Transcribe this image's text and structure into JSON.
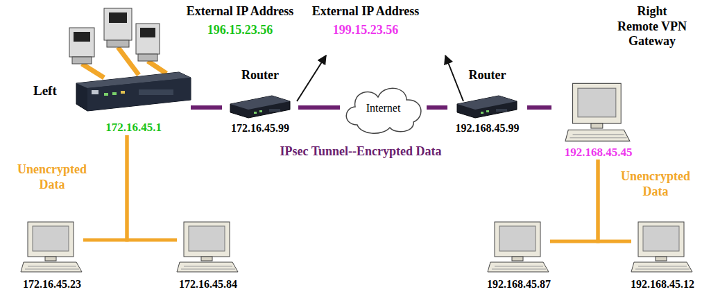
{
  "diagram": {
    "nodes": [
      {
        "text": [
          "Left",
          "172.16.45.1"
        ]
      },
      {
        "text": [
          "Router",
          "172.16.45.99"
        ]
      },
      {
        "text": [
          "Internet"
        ]
      },
      {
        "text": [
          "Router",
          "192.168.45.99"
        ]
      },
      {
        "text": [
          "Right Remote VPN Gateway",
          "192.168.45.45"
        ]
      },
      {
        "text": [
          "172.16.45.23"
        ]
      },
      {
        "text": [
          "172.16.45.84"
        ]
      },
      {
        "text": [
          "192.168.45.87"
        ]
      },
      {
        "text": [
          "192.168.45.12"
        ]
      }
    ],
    "edges": [
      {
        "from": 0,
        "to": 1,
        "arrow": "none"
      },
      {
        "from": 1,
        "to": 2,
        "arrow": "none"
      },
      {
        "from": 2,
        "to": 3,
        "arrow": "none"
      },
      {
        "from": 3,
        "to": 4,
        "arrow": "none"
      },
      {
        "from": 0,
        "to": 5,
        "arrow": "none"
      },
      {
        "from": 0,
        "to": 6,
        "arrow": "none"
      },
      {
        "from": 4,
        "to": 7,
        "arrow": "none"
      },
      {
        "from": 4,
        "to": 8,
        "arrow": "none"
      }
    ],
    "labels": [
      "External IP Address",
      "196.15.23.56",
      "External IP Address",
      "199.15.23.56",
      "IPsec Tunnel--Encrypted Data",
      "Unencrypted Data",
      "Unencrypted Data"
    ]
  }
}
